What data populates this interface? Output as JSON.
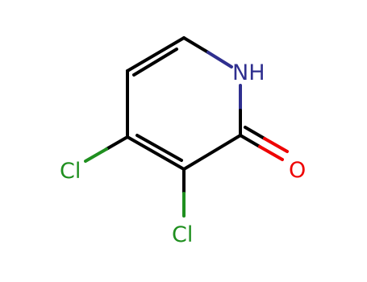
{
  "molecule": {
    "atoms": {
      "nh": "NH",
      "o": "O",
      "cl_4": "Cl",
      "cl_3": "Cl"
    },
    "colors": {
      "carbon_bond": "#000000",
      "nitrogen": "#2f2f8f",
      "oxygen": "#ee0000",
      "chlorine": "#1f8f1f"
    }
  }
}
